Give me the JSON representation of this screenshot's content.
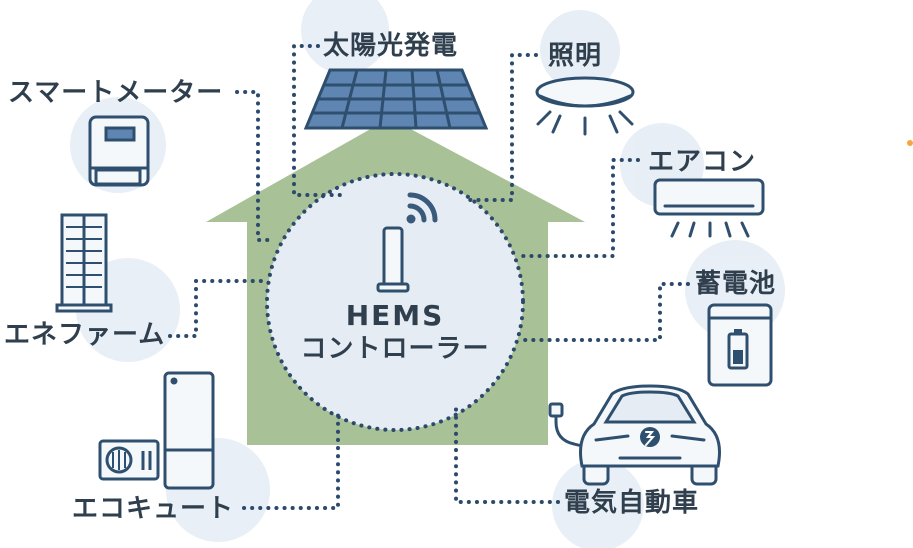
{
  "center": {
    "line1": "HEMS",
    "line2": "コントローラー"
  },
  "devices": {
    "smart_meter": "スマートメーター",
    "solar": "太陽光発電",
    "lighting": "照明",
    "aircon": "エアコン",
    "storage_battery": "蓄電池",
    "ene_farm": "エネファーム",
    "eco_cute": "エコキュート",
    "ev": "電気自動車"
  },
  "colors": {
    "text": "#2f3f4e",
    "line": "#2c4a6b",
    "house": "#a9c197",
    "bubble": "#e5ecf4",
    "icon_stroke": "#2f4f6f",
    "accent": "#f4a640"
  }
}
